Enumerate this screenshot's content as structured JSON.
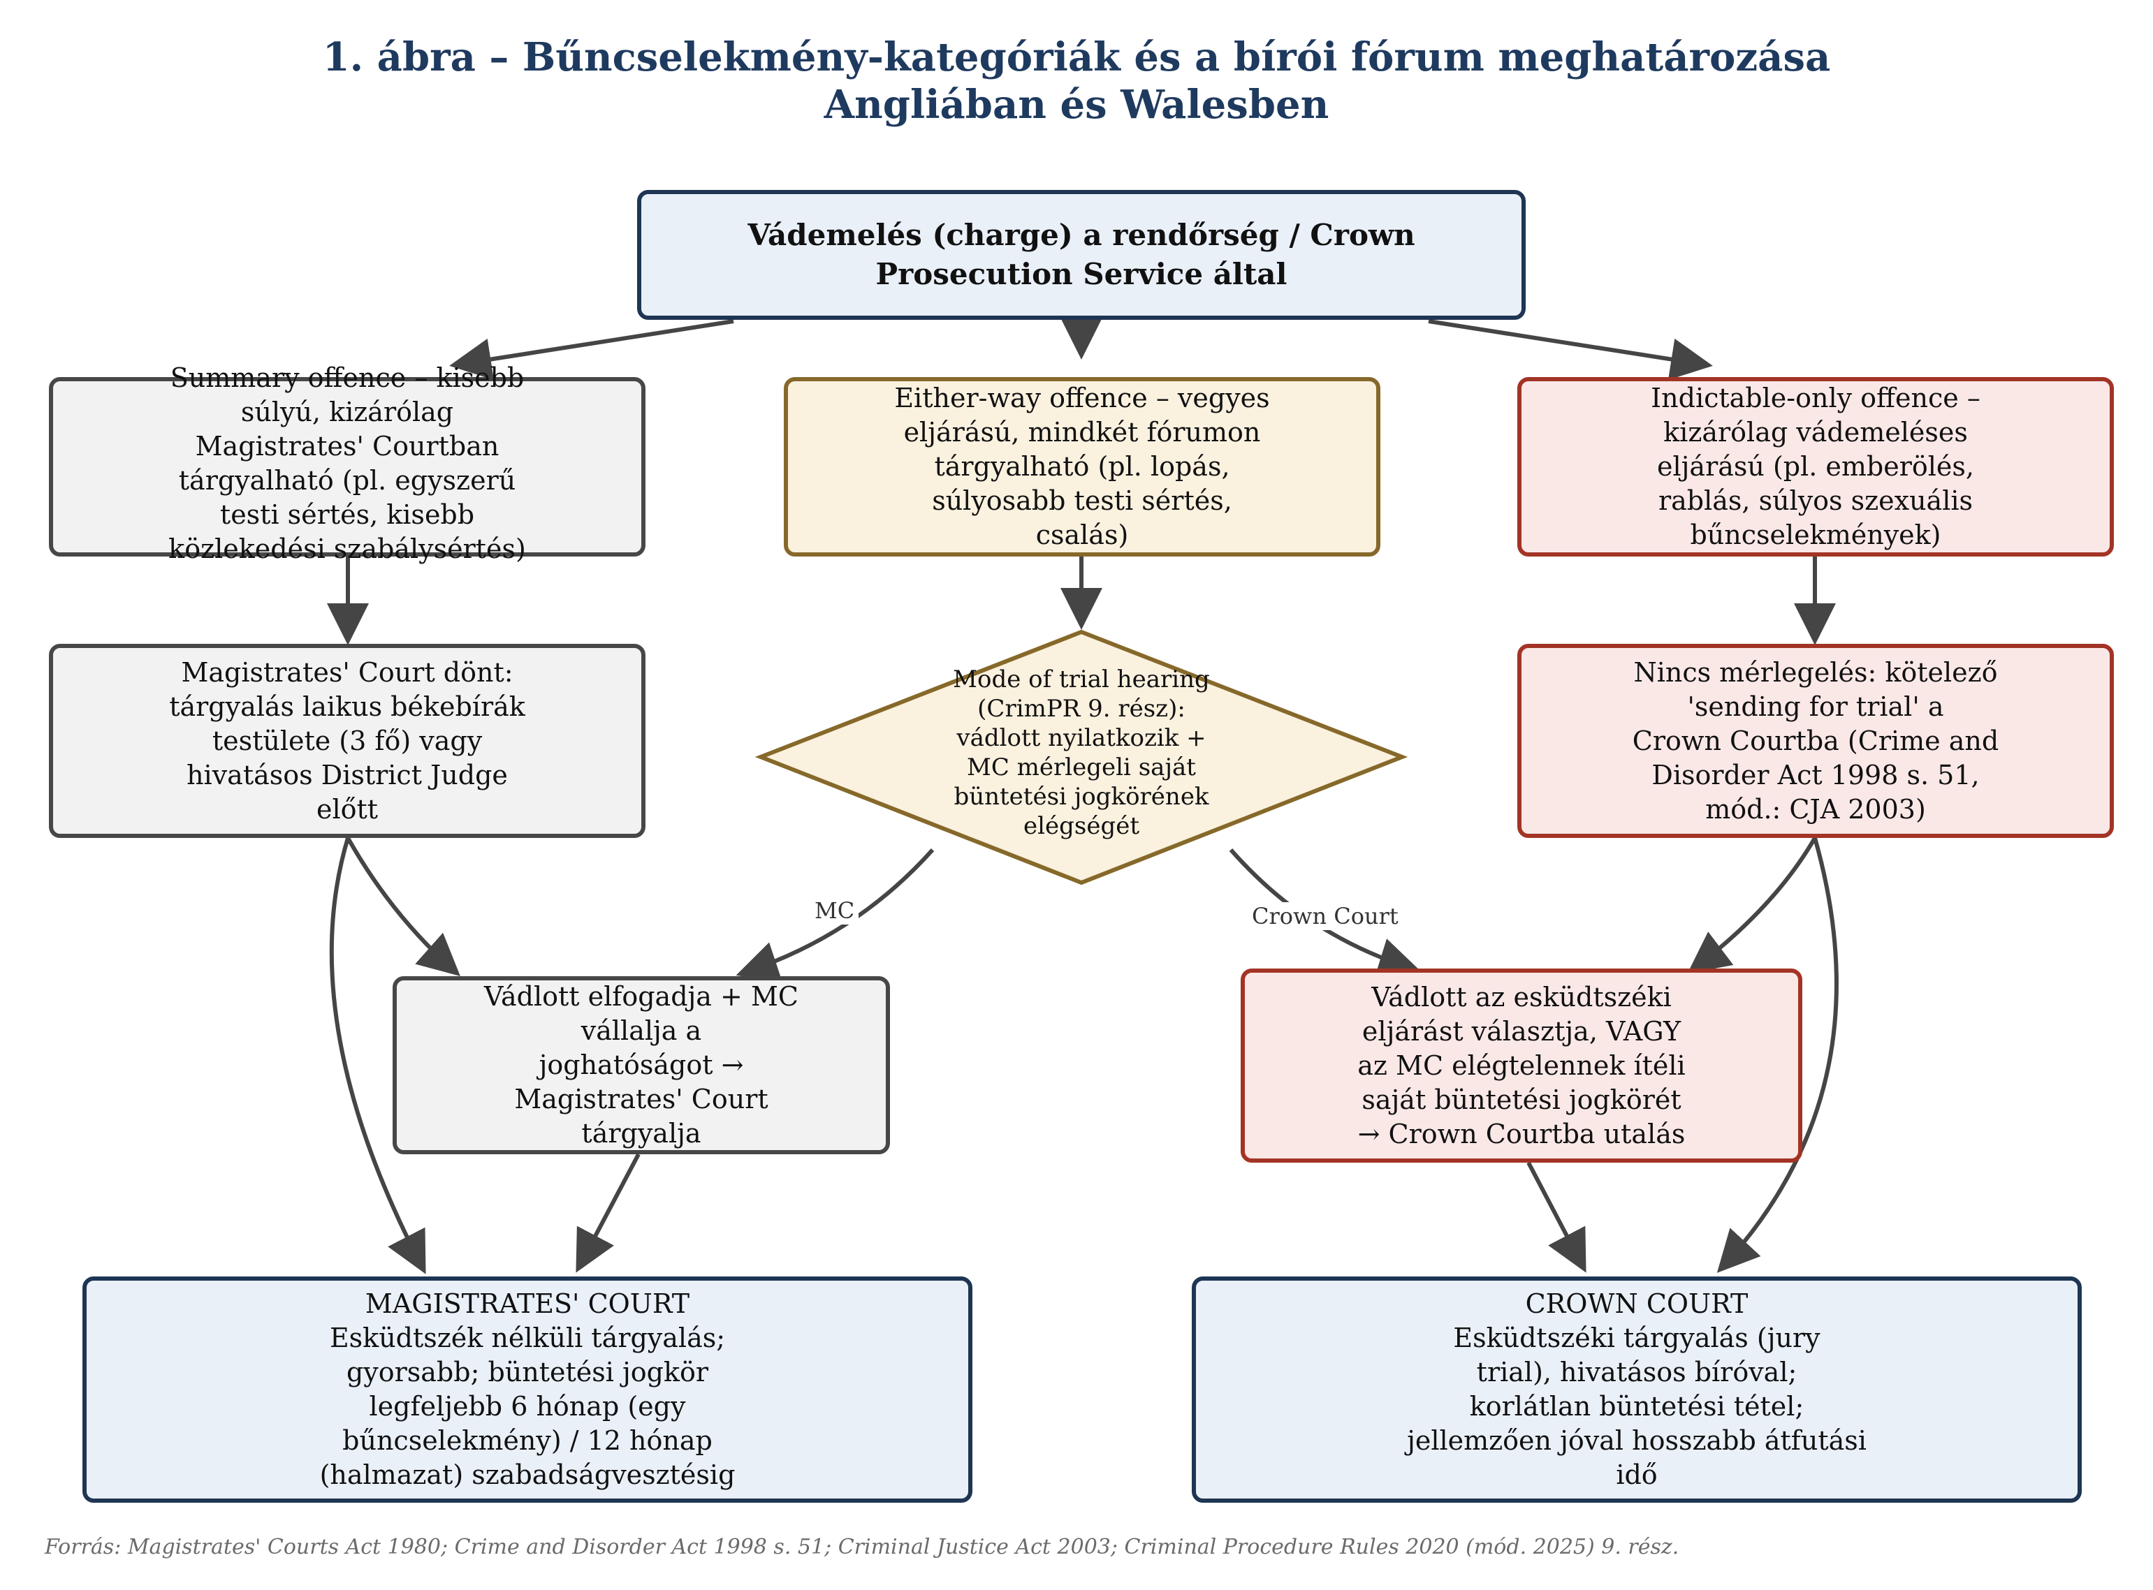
{
  "figure": {
    "title_line1": "1. ábra – Bűncselekmény-kategóriák és a bírói fórum meghatározása",
    "title_line2": "Angliában és Walesben"
  },
  "nodes": {
    "charge": "Vádemelés (charge) a rendőrség / Crown\nProsecution Service által",
    "summary": "Summary offence – kisebb\nsúlyú, kizárólag\nMagistrates' Courtban\ntárgyalható (pl. egyszerű\ntesti sértés, kisebb\nközlekedési szabálysértés)",
    "either_way": "Either-way offence – vegyes\neljárású, mindkét fórumon\ntárgyalható (pl. lopás,\nsúlyosabb testi sértés,\ncsalás)",
    "indictable": "Indictable-only offence –\nkizárólag vádemeléses\neljárású (pl. emberölés,\nrablás, súlyos szexuális\nbűncselekmények)",
    "mc_decides": "Magistrates' Court dönt:\ntárgyalás laikus békebírák\ntestülete (3 fő) vagy\nhivatásos District Judge\nelőtt",
    "mode_of_trial": "Mode of trial hearing\n(CrimPR 9. rész):\nvádlott nyilatkozik +\nMC mérlegeli saját\nbüntetési jogkörének\nelégségét",
    "no_discretion": "Nincs mérlegelés: kötelező\n'sending for trial' a\nCrown Courtba (Crime and\nDisorder Act 1998 s. 51,\nmód.: CJA 2003)",
    "accepts_mc": "Vádlott elfogadja + MC\nvállalja a\njoghatóságot →\nMagistrates' Court\ntárgyalja",
    "elects_jury": "Vádlott az esküdtszéki\neljárást választja, VAGY\naz MC elégtelennek ítéli\nsaját büntetési jogkörét\n→ Crown Courtba utalás",
    "magistrates_court": "MAGISTRATES' COURT\nEsküdtszék nélküli tárgyalás;\ngyorsabb; büntetési jogkör\nlegfeljebb 6 hónap (egy\nbűncselekmény) / 12 hónap\n(halmazat) szabadságvesztésig",
    "crown_court": "CROWN COURT\nEsküdtszéki tárgyalás (jury\ntrial), hivatásos bíróval;\nkorlátlan büntetési tétel;\njellemzően jóval hosszabb átfutási\nidő"
  },
  "edge_labels": {
    "to_mc": "MC",
    "to_crown": "Crown Court"
  },
  "source_note": "Forrás: Magistrates' Courts Act 1980; Crime and Disorder Act 1998 s. 51; Criminal Justice Act 2003; Criminal Procedure Rules 2020 (mód. 2025) 9. rész.",
  "colors": {
    "blue_fill": "#e9f0f8",
    "blue_border": "#1e3553",
    "grey_fill": "#f2f2f2",
    "grey_border": "#474747",
    "yellow_fill": "#faf1df",
    "yellow_border": "#86692a",
    "red_fill": "#fae8e7",
    "red_border": "#a33425",
    "arrow": "#454545",
    "title": "#1f3a5f"
  }
}
